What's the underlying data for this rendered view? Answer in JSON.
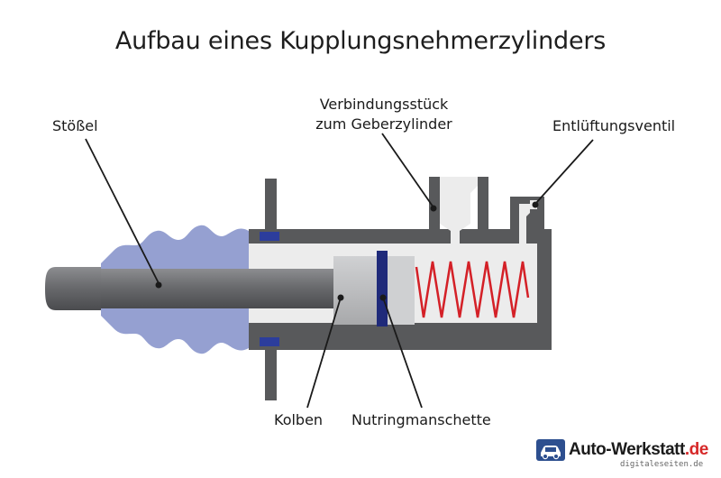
{
  "title": "Aufbau eines Kupplungsnehmerzylinders",
  "labels": {
    "stoessel": "Stößel",
    "verbindung_line1": "Verbindungsstück",
    "verbindung_line2": "zum Geberzylinder",
    "entlueftung": "Entlüftungsventil",
    "kolben": "Kolben",
    "nutring": "Nutringmanschette"
  },
  "logo": {
    "name": "Auto-Werkstatt",
    "tld": ".de",
    "icon": "car-icon"
  },
  "credit": "digitaleseiten.de",
  "colors": {
    "housing": "#58595b",
    "boot": "#8a96cc",
    "rod": "#6a6b6e",
    "piston": "#bdbec0",
    "seal": "#1f2a7a",
    "spring": "#d42027",
    "bore": "#ececec",
    "leader": "#1a1a1a"
  }
}
